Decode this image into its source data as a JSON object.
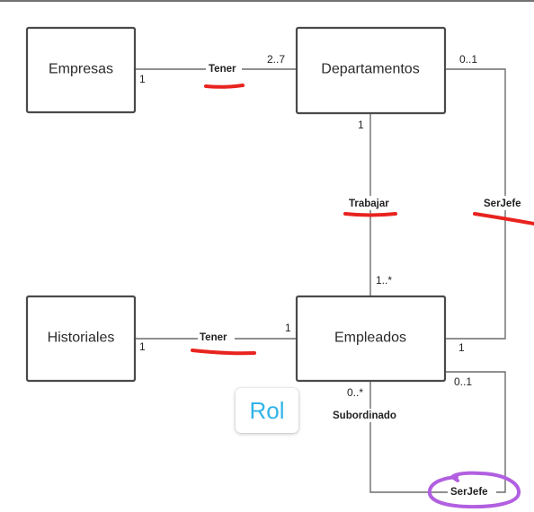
{
  "diagram": {
    "entities": {
      "empresas": "Empresas",
      "departamentos": "Departamentos",
      "historiales": "Historiales",
      "empleados": "Empleados"
    },
    "relationships": {
      "tener_empresas": "Tener",
      "trabajar": "Trabajar",
      "serjefe_dept": "SerJefe",
      "tener_historiales": "Tener",
      "subordinado": "Subordinado",
      "serjefe_self": "SerJefe"
    },
    "multiplicities": {
      "empresas_1": "1",
      "dept_2_7": "2..7",
      "dept_0_1": "0..1",
      "dept_1": "1",
      "emp_1_many": "1..*",
      "hist_1": "1",
      "emp_1_left": "1",
      "emp_1_right": "1",
      "emp_0_many": "0..*",
      "emp_0_1": "0..1"
    }
  },
  "annotations": {
    "rol_tag": "Rol",
    "highlight_color": "#e8231f",
    "circle_color": "#b15fe0",
    "rol_color": "#2fb4e8"
  }
}
